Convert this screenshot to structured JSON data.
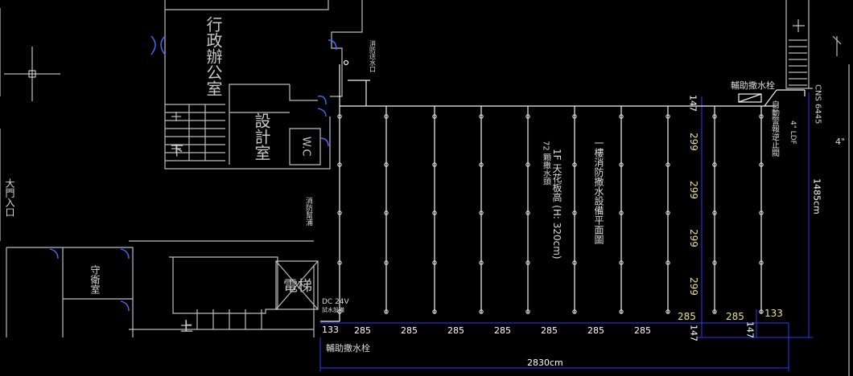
{
  "rooms": {
    "admin_office": "行政辦公室",
    "design_room": "設計室",
    "wc": "W.C",
    "guard_room": "守衛室",
    "elevator": "電梯",
    "main_entrance": "大門入口",
    "up_label": "上",
    "down_label": "下"
  },
  "notes": {
    "plan_title": "一樓消防撒水設備平面圖",
    "floor_info": "1F 天花板高 (H: 320cm)",
    "heads_count": "72 顆撒水頭",
    "aux_hydrant_top": "輔助撒水栓",
    "aux_hydrant_bottom": "輔助撒水栓",
    "alarm_valve": "自動警報逆止閥",
    "cns": "CNS 6445",
    "power": "DC 24V",
    "drain_label": "試水設備",
    "pipe_label": "消防送水口",
    "right_pipe": "4\"",
    "ldf": "4\" LDF"
  },
  "dimensions": {
    "spacing_h": "285",
    "spacing_v": "299",
    "edge_left": "133",
    "edge_right": "133",
    "edge_top": "147",
    "edge_bottom": "147",
    "total_width": "2830cm",
    "total_height": "1485cm"
  },
  "colors": {
    "background": "#000000",
    "wall": "#c8c8c8",
    "pipe": "#ffffff",
    "dimension_line": "#3535ff",
    "dimension_text_yellow": "#e6e08a"
  }
}
